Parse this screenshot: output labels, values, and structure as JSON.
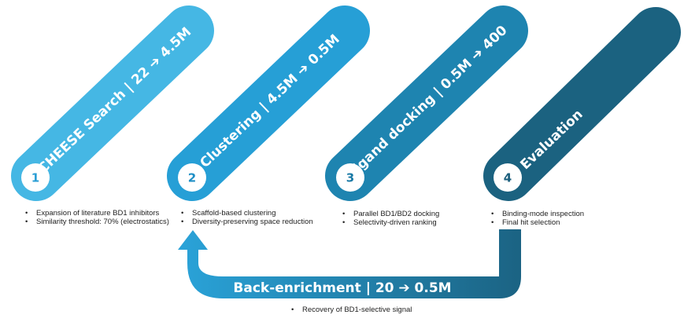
{
  "stages": [
    {
      "number": "1",
      "label": "CHEESE Search  |  22 ➔ 4.5M",
      "color": "#45b7e4",
      "number_color": "#2a9ed5",
      "bullets": [
        "Expansion of literature BD1 inhibitors",
        "Similarity threshold: 70% (electrostatics)"
      ]
    },
    {
      "number": "2",
      "label": "Clustering  |  4.5M ➔ 0.5M",
      "color": "#269fd6",
      "number_color": "#1f8fc6",
      "bullets": [
        "Scaffold-based clustering",
        "Diversity-preserving space reduction"
      ]
    },
    {
      "number": "3",
      "label": "Ligand docking  |  0.5M ➔ 400",
      "color": "#1e84b0",
      "number_color": "#1a7aa6",
      "bullets": [
        "Parallel BD1/BD2 docking",
        "Selectivity-driven ranking"
      ]
    },
    {
      "number": "4",
      "label": "Evaluation",
      "color": "#1b6280",
      "number_color": "#1a5e7c",
      "bullets": [
        "Binding-mode inspection",
        "Final hit selection"
      ]
    }
  ],
  "feedback": {
    "label": "Back-enrichment  |  20 ➔ 0.5M",
    "color_start": "#2aa3d9",
    "color_end": "#1b6383",
    "bullets": [
      "Recovery of BD1-selective signal"
    ]
  }
}
